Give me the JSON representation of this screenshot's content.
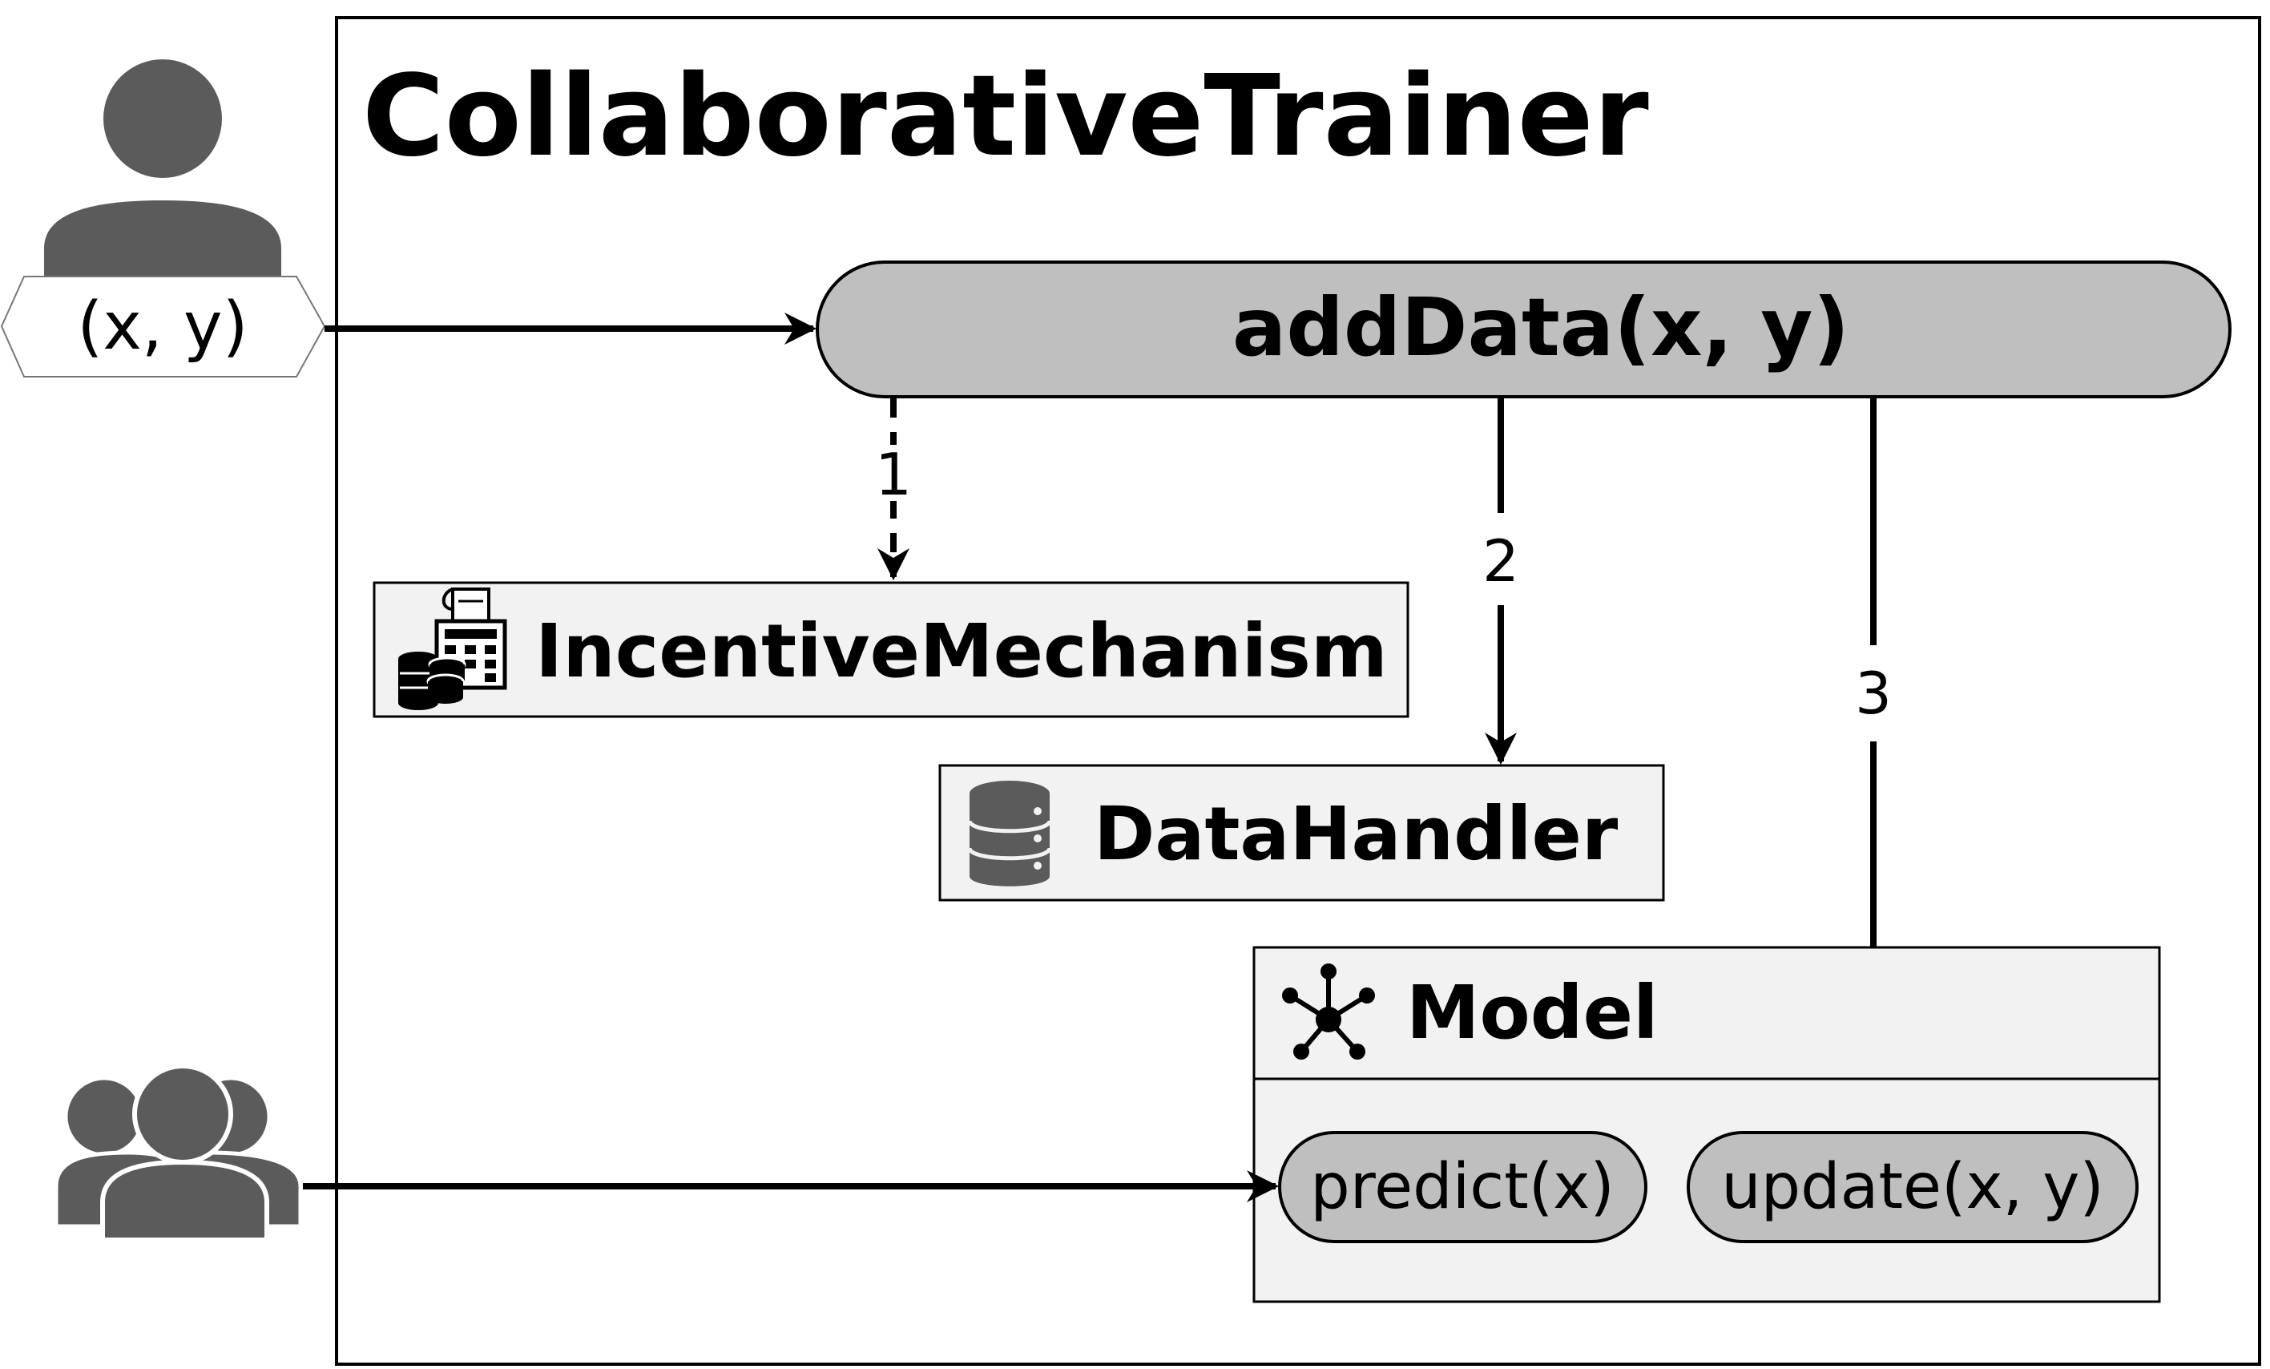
{
  "container": {
    "title": "CollaborativeTrainer"
  },
  "actors": {
    "single_user_data": "(x, y)"
  },
  "methods": {
    "add_data": "addData(x, y)",
    "predict": "predict(x)",
    "update": "update(x, y)"
  },
  "components": {
    "incentive": "IncentiveMechanism",
    "data_handler": "DataHandler",
    "model": "Model"
  },
  "steps": {
    "one": "1",
    "two": "2",
    "three": "3"
  },
  "colors": {
    "icon_gray": "#5b5b5b",
    "pill_fill": "#bfbfbf",
    "box_fill": "#f2f2f2",
    "line": "#000000"
  }
}
